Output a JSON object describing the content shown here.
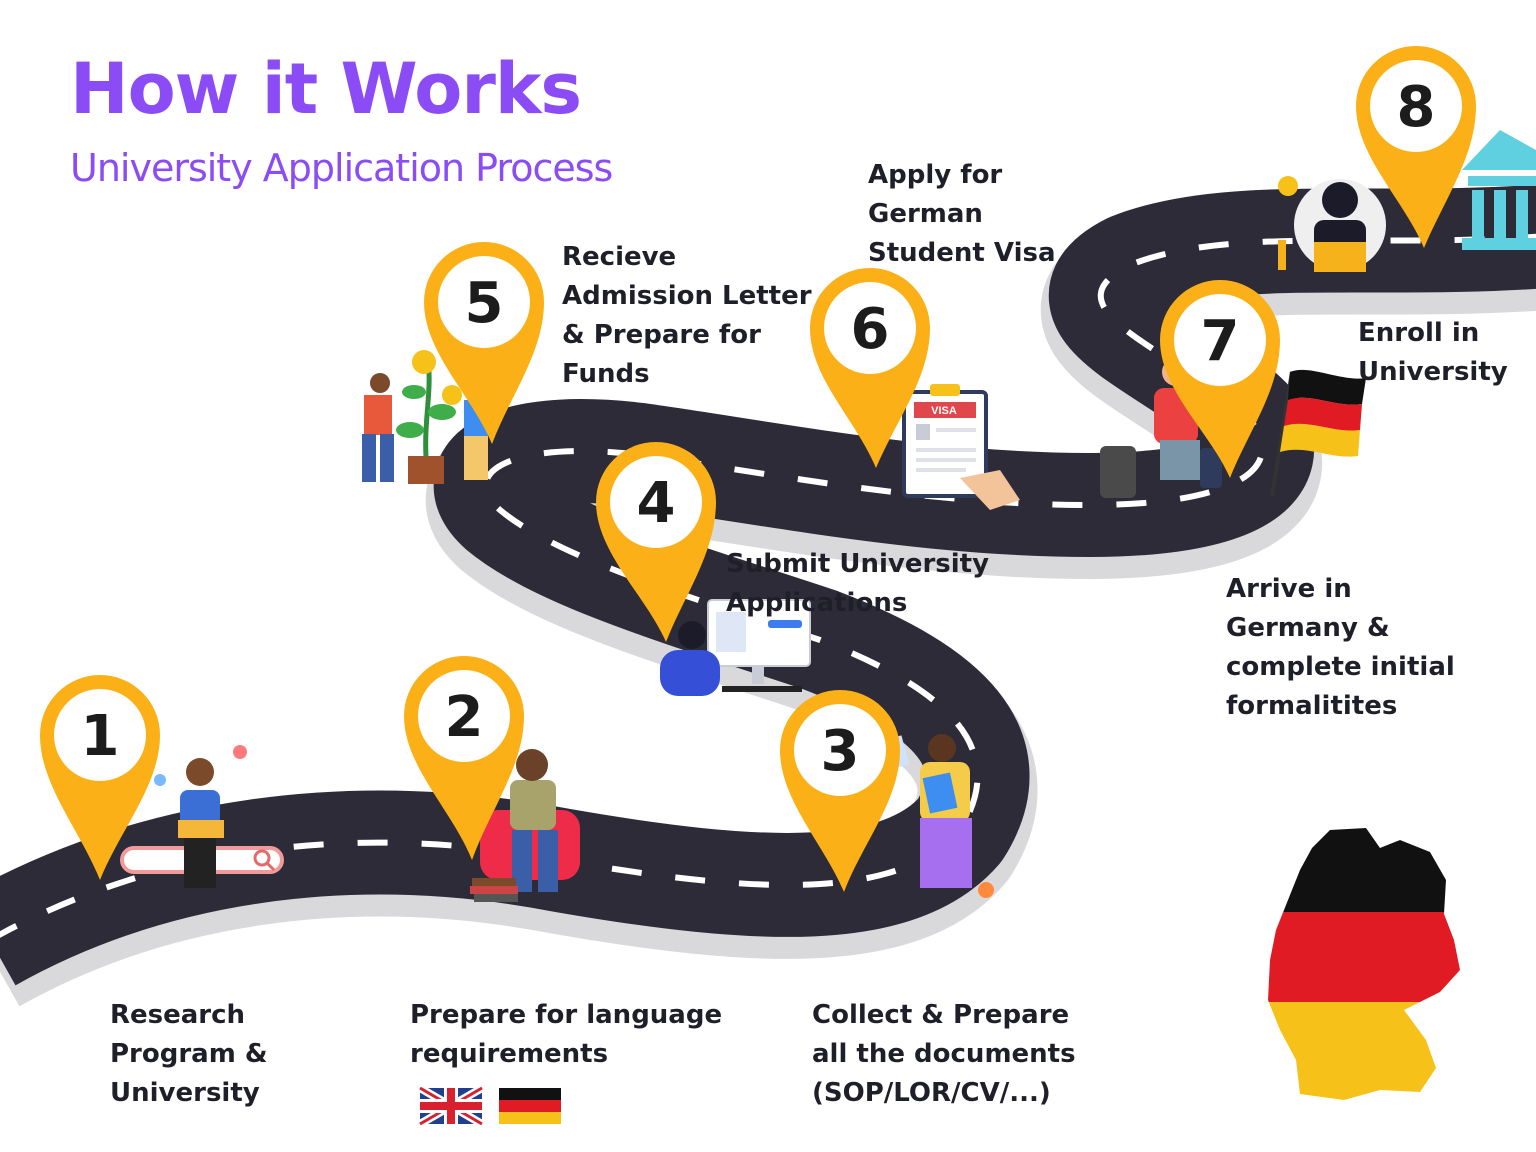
{
  "header": {
    "title": "How it Works",
    "subtitle": "University Application Process"
  },
  "steps": [
    {
      "number": "1",
      "label": "Research\nProgram &\nUniversity"
    },
    {
      "number": "2",
      "label": "Prepare for language\nrequirements"
    },
    {
      "number": "3",
      "label": "Collect & Prepare\nall the documents\n(SOP/LOR/CV/...)"
    },
    {
      "number": "4",
      "label": "Submit University\nApplications"
    },
    {
      "number": "5",
      "label": "Recieve\nAdmission Letter\n& Prepare for\nFunds"
    },
    {
      "number": "6",
      "label": "Apply for\nGerman\nStudent Visa"
    },
    {
      "number": "7",
      "label": "Arrive in\nGermany &\ncomplete initial\nformalitites"
    },
    {
      "number": "8",
      "label": "Enroll in\nUniversity"
    }
  ],
  "illustrations": {
    "visa_card_text": "VISA"
  },
  "colors": {
    "accent": "#8b4cf6",
    "pin": "#fbb018",
    "road": "#2e2b38",
    "road_edge": "#d9d9dc",
    "german_black": "#111111",
    "german_red": "#e01b24",
    "german_gold": "#f6c21a",
    "building": "#5fd0e0"
  }
}
